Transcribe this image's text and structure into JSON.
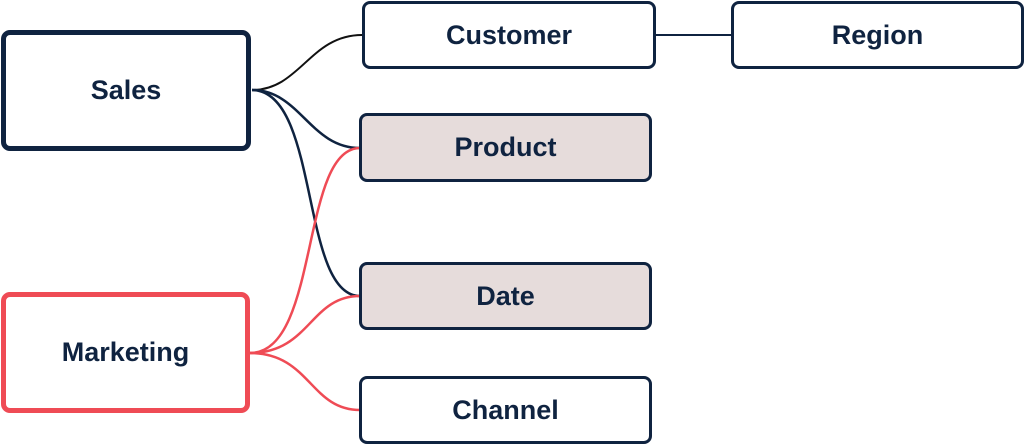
{
  "diagram": {
    "colors": {
      "navy": "#0f2340",
      "red": "#ef4b55",
      "shaded_fill": "#e6dcdb",
      "connector_black": "#111111"
    },
    "nodes": {
      "sales": {
        "label": "Sales",
        "role": "fact"
      },
      "marketing": {
        "label": "Marketing",
        "role": "fact",
        "highlight": "red"
      },
      "customer": {
        "label": "Customer",
        "role": "dimension"
      },
      "region": {
        "label": "Region",
        "role": "dimension"
      },
      "product": {
        "label": "Product",
        "role": "shared-dimension"
      },
      "date": {
        "label": "Date",
        "role": "shared-dimension"
      },
      "channel": {
        "label": "Channel",
        "role": "dimension"
      }
    },
    "edges": [
      {
        "from": "Sales",
        "to": "Customer"
      },
      {
        "from": "Sales",
        "to": "Product"
      },
      {
        "from": "Sales",
        "to": "Date"
      },
      {
        "from": "Customer",
        "to": "Region"
      },
      {
        "from": "Marketing",
        "to": "Product"
      },
      {
        "from": "Marketing",
        "to": "Date"
      },
      {
        "from": "Marketing",
        "to": "Channel"
      }
    ]
  }
}
